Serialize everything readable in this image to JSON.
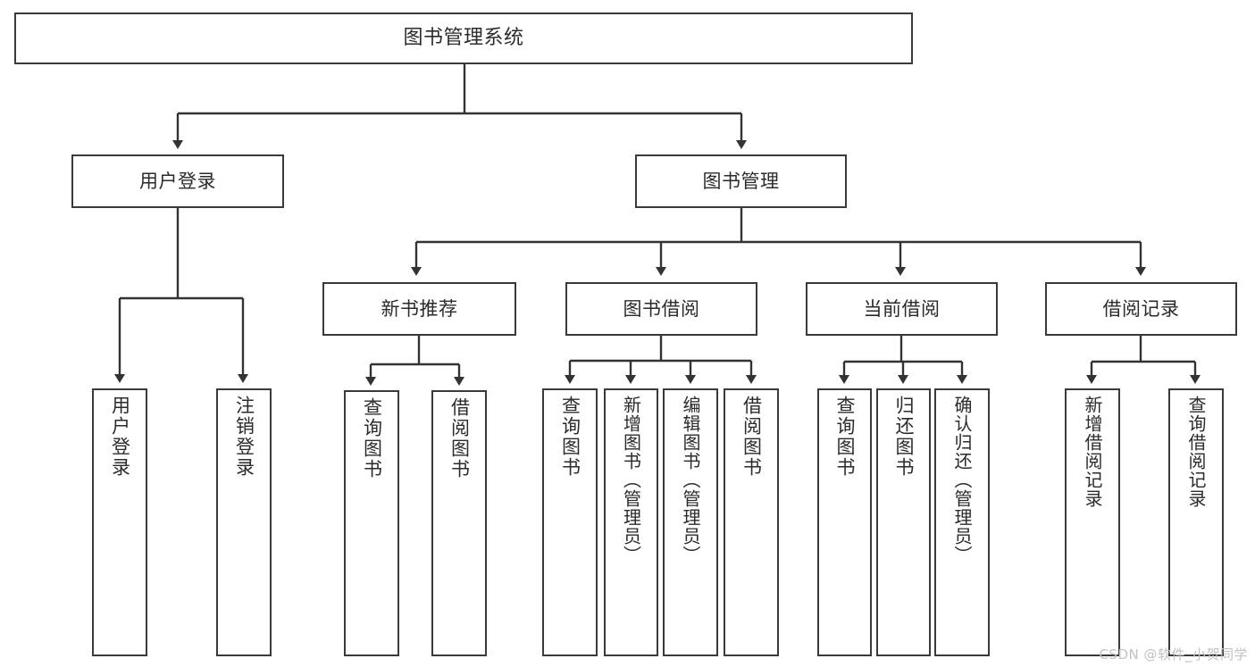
{
  "diagram": {
    "title": "图书管理系统",
    "type": "tree-hierarchy-diagram",
    "watermark": "CSDN @软件_小贺同学",
    "colors": {
      "box_border": "#3a3a3a",
      "box_fill": "#ffffff",
      "connector": "#333333",
      "text": "#2b2b2b",
      "watermark": "#c2c2c2",
      "background": "#ffffff"
    },
    "root": {
      "label": "图书管理系统"
    },
    "level2": [
      {
        "label": "用户登录"
      },
      {
        "label": "图书管理"
      }
    ],
    "level3": [
      {
        "label": "新书推荐"
      },
      {
        "label": "图书借阅"
      },
      {
        "label": "当前借阅"
      },
      {
        "label": "借阅记录"
      }
    ],
    "leaves": {
      "user_login": [
        {
          "label": "用户登录"
        },
        {
          "label": "注销登录"
        }
      ],
      "new_book_recommend": [
        {
          "label": "查询图书"
        },
        {
          "label": "借阅图书"
        }
      ],
      "book_borrow": [
        {
          "label": "查询图书"
        },
        {
          "label": "新增图书（管理员）"
        },
        {
          "label": "编辑图书（管理员）"
        },
        {
          "label": "借阅图书"
        }
      ],
      "current_borrow": [
        {
          "label": "查询图书"
        },
        {
          "label": "归还图书"
        },
        {
          "label": "确认归还（管理员）"
        }
      ],
      "borrow_record": [
        {
          "label": "新增借阅记录"
        },
        {
          "label": "查询借阅记录"
        }
      ]
    }
  }
}
